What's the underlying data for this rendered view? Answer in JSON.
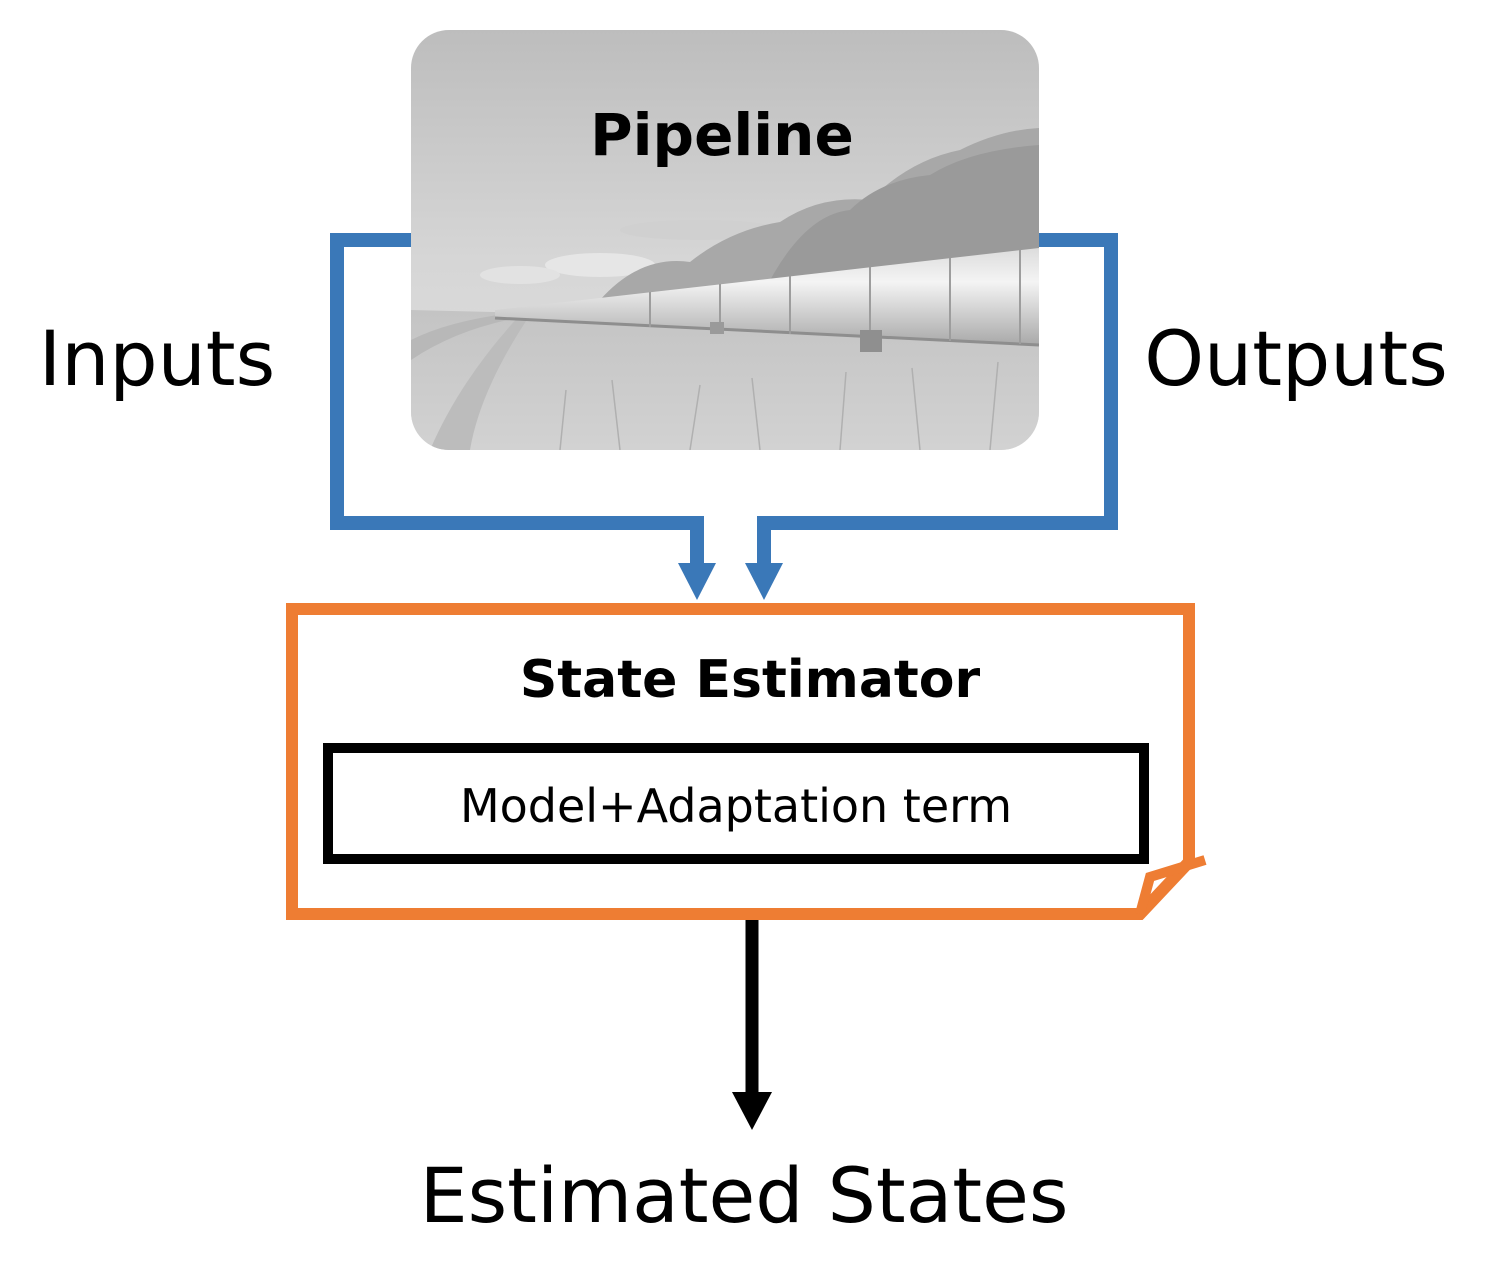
{
  "diagram": {
    "pipeline": {
      "title": "Pipeline",
      "image_subject": "pipeline-photo"
    },
    "inputs_label": "Inputs",
    "outputs_label": "Outputs",
    "state_estimator": {
      "title": "State Estimator",
      "inner_label": "Model+Adaptation term"
    },
    "result_label": "Estimated States",
    "colors": {
      "signal_lines": "#3a78b8",
      "estimator_border": "#ee7d33",
      "inner_border": "#000000",
      "output_arrow": "#000000"
    }
  }
}
